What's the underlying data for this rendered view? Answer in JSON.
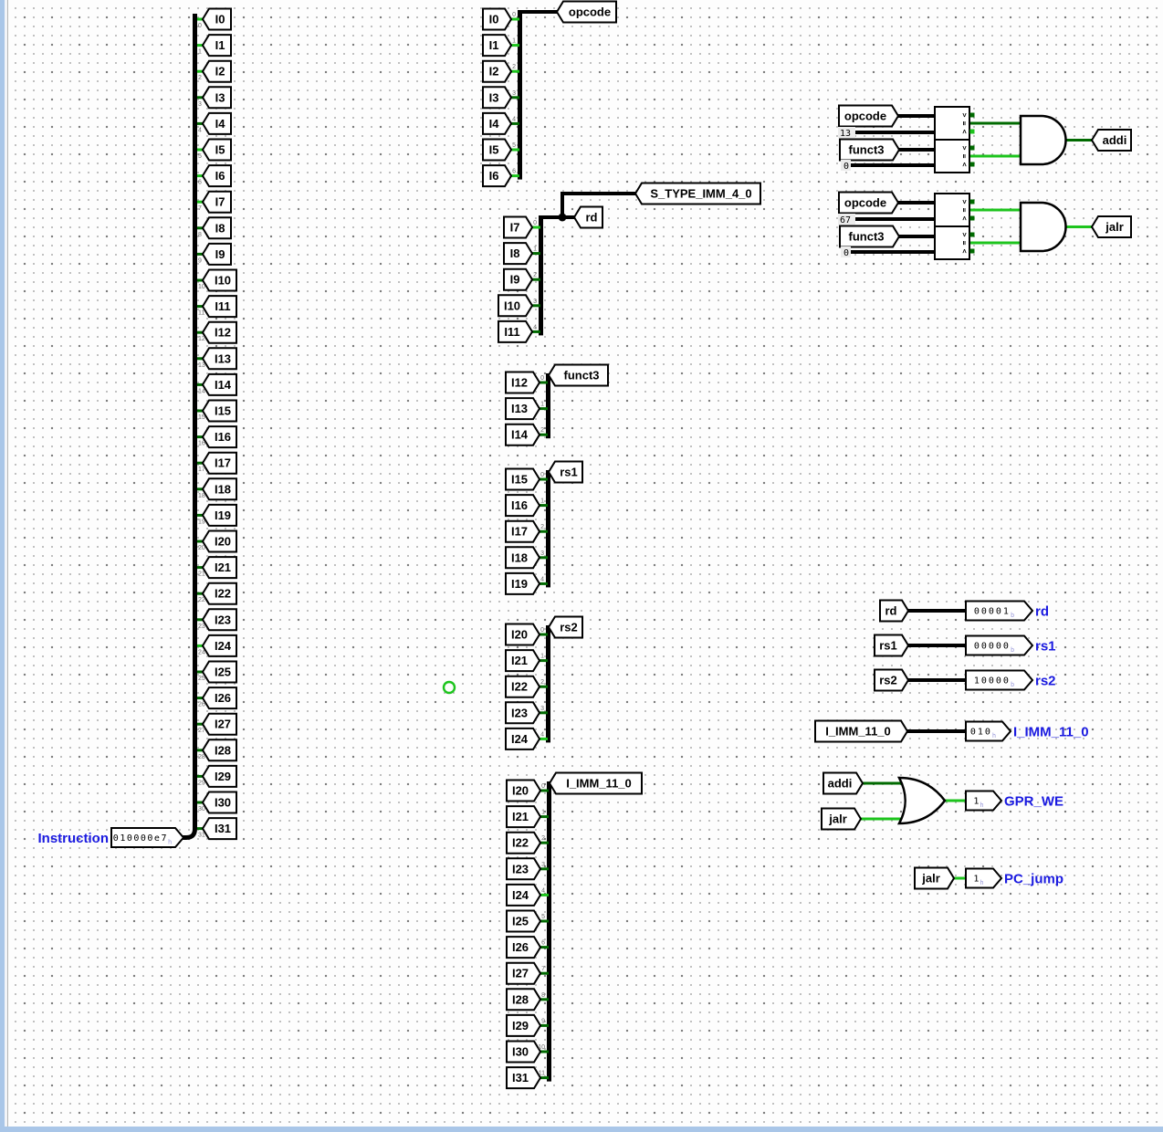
{
  "colors": {
    "wire_high": "#1dc41d",
    "wire_low": "#006a00",
    "bus": "#000000",
    "label_blue": "#1a1ae0",
    "subscript": "#9a9ada",
    "const_bg": "#ececec",
    "bit_number": "#6a6a6a",
    "chrome_blue": "#a9c6e8",
    "canvas_bg": "#fdfdfd"
  },
  "instruction": {
    "label": "Instruction",
    "value": "010000e7",
    "base": "h",
    "bits": [
      1,
      1,
      1,
      0,
      0,
      1,
      1,
      1,
      0,
      0,
      0,
      0,
      0,
      0,
      0,
      0,
      0,
      0,
      0,
      0,
      0,
      0,
      0,
      0,
      1,
      0,
      0,
      0,
      0,
      0,
      0,
      0
    ]
  },
  "splitter": {
    "bit_prefix": "I",
    "bit_count": 32
  },
  "groups": [
    {
      "name": "opcode",
      "from": 0,
      "to": 6,
      "outputs": [
        "opcode"
      ]
    },
    {
      "name": "rd",
      "from": 7,
      "to": 11,
      "outputs": [
        "rd",
        "S_TYPE_IMM_4_0"
      ]
    },
    {
      "name": "funct3",
      "from": 12,
      "to": 14,
      "outputs": [
        "funct3"
      ]
    },
    {
      "name": "rs1",
      "from": 15,
      "to": 19,
      "outputs": [
        "rs1"
      ]
    },
    {
      "name": "rs2",
      "from": 20,
      "to": 24,
      "outputs": [
        "rs2"
      ]
    },
    {
      "name": "I_IMM_11_0",
      "from": 20,
      "to": 31,
      "outputs": [
        "I_IMM_11_0"
      ]
    }
  ],
  "comparator_symbols": [
    ">",
    "=",
    "<"
  ],
  "decoders": [
    {
      "output": "addi",
      "value": 0,
      "cmp": [
        {
          "input": "opcode",
          "constant": "13",
          "gt": 0,
          "eq": 0,
          "lt": 1
        },
        {
          "input": "funct3",
          "constant": "0",
          "gt": 0,
          "eq": 1,
          "lt": 0
        }
      ]
    },
    {
      "output": "jalr",
      "value": 1,
      "cmp": [
        {
          "input": "opcode",
          "constant": "67",
          "gt": 0,
          "eq": 1,
          "lt": 0
        },
        {
          "input": "funct3",
          "constant": "0",
          "gt": 0,
          "eq": 1,
          "lt": 0
        }
      ]
    }
  ],
  "probes": [
    {
      "input": "rd",
      "value": "00001",
      "base": "b",
      "label": "rd"
    },
    {
      "input": "rs1",
      "value": "00000",
      "base": "b",
      "label": "rs1"
    },
    {
      "input": "rs2",
      "value": "10000",
      "base": "b",
      "label": "rs2"
    },
    {
      "input": "I_IMM_11_0",
      "value": "010",
      "base": "h",
      "label": "I_IMM_11_0"
    }
  ],
  "gpr_we": {
    "gate": "or",
    "inputs": [
      {
        "name": "addi",
        "value": 0
      },
      {
        "name": "jalr",
        "value": 1
      }
    ],
    "value": "1",
    "base": "h",
    "label": "GPR_WE",
    "out": 1
  },
  "pc_jump": {
    "input": {
      "name": "jalr",
      "value": 1
    },
    "value": "1",
    "base": "h",
    "label": "PC_jump"
  }
}
